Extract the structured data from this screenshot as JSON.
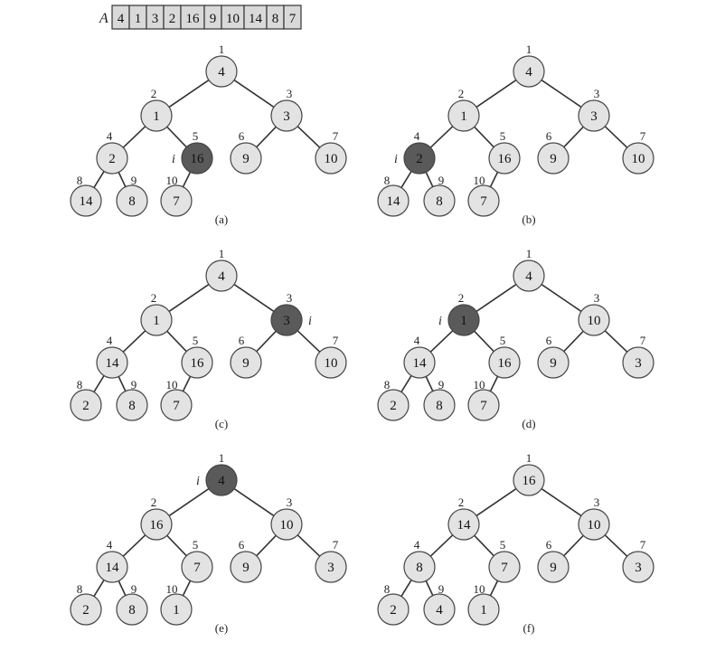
{
  "array": {
    "label": "A",
    "values": [
      "4",
      "1",
      "3",
      "2",
      "16",
      "9",
      "10",
      "14",
      "8",
      "7"
    ]
  },
  "pointer_label": "i",
  "index_labels": [
    "1",
    "2",
    "3",
    "4",
    "5",
    "6",
    "7",
    "8",
    "9",
    "10"
  ],
  "diagrams": [
    {
      "caption": "(a)",
      "values": [
        "4",
        "1",
        "3",
        "2",
        "16",
        "9",
        "10",
        "14",
        "8",
        "7"
      ],
      "current": 5
    },
    {
      "caption": "(b)",
      "values": [
        "4",
        "1",
        "3",
        "2",
        "16",
        "9",
        "10",
        "14",
        "8",
        "7"
      ],
      "current": 4
    },
    {
      "caption": "(c)",
      "values": [
        "4",
        "1",
        "3",
        "14",
        "16",
        "9",
        "10",
        "2",
        "8",
        "7"
      ],
      "current": 3
    },
    {
      "caption": "(d)",
      "values": [
        "4",
        "1",
        "10",
        "14",
        "16",
        "9",
        "3",
        "2",
        "8",
        "7"
      ],
      "current": 2
    },
    {
      "caption": "(e)",
      "values": [
        "4",
        "16",
        "10",
        "14",
        "7",
        "9",
        "3",
        "2",
        "8",
        "1"
      ],
      "current": 1
    },
    {
      "caption": "(f)",
      "values": [
        "16",
        "14",
        "10",
        "8",
        "7",
        "9",
        "3",
        "2",
        "4",
        "1"
      ],
      "current": 0
    }
  ],
  "colors": {
    "node_fill": "#e3e3e3",
    "current_node_fill": "#5a5a5a",
    "array_cell_fill": "#d9d9d9"
  }
}
